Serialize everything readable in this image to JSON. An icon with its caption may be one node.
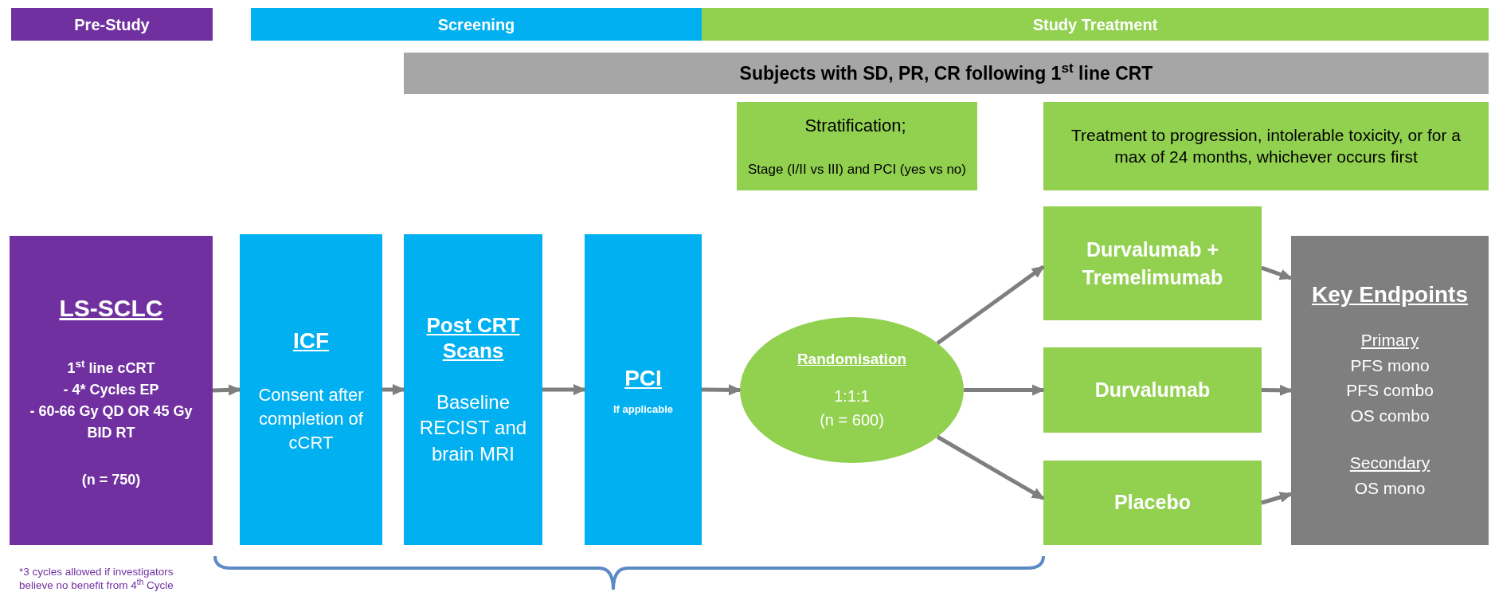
{
  "diagram": {
    "nodes": [
      {
        "text": [
          "Pre-Study"
        ]
      },
      {
        "text": [
          "Screening"
        ]
      },
      {
        "text": [
          "Study Treatment"
        ]
      },
      {
        "text": [
          "Subjects with SD, PR, CR following 1$^{st}$ line CRT"
        ]
      },
      {
        "text": [
          "Stratification;",
          "Stage (I/II vs III) and PCI (yes vs no)"
        ]
      },
      {
        "text": [
          "Treatment to progression, intolerable toxicity, or for a max of 24 months, whichever occurs first"
        ]
      },
      {
        "text": [
          "LS-SCLC",
          "1$^{st}$ line cCRT",
          "-   4* Cycles EP",
          "-   60-66 Gy QD OR 45 Gy BID RT",
          "(n = 750)"
        ]
      },
      {
        "text": [
          "ICF",
          "Consent after completion of cCRT"
        ]
      },
      {
        "text": [
          "Post CRT Scans",
          "Baseline RECIST and brain MRI"
        ]
      },
      {
        "text": [
          "PCI",
          "If applicable"
        ]
      },
      {
        "text": [
          "Randomisation",
          "1:1:1",
          "(n = 600)"
        ]
      },
      {
        "text": [
          "Durvalumab + Tremelimumab"
        ]
      },
      {
        "text": [
          "Durvalumab"
        ]
      },
      {
        "text": [
          "Placebo"
        ]
      },
      {
        "text": [
          "Key Endpoints",
          "Primary",
          "PFS mono",
          "PFS combo",
          "OS combo",
          "Secondary",
          "OS mono"
        ]
      }
    ],
    "edges": [
      {
        "from": 6,
        "to": 7,
        "arrow": "to"
      },
      {
        "from": 7,
        "to": 8,
        "arrow": "to"
      },
      {
        "from": 8,
        "to": 9,
        "arrow": "to"
      },
      {
        "from": 9,
        "to": 10,
        "arrow": "to"
      },
      {
        "from": 10,
        "to": 11,
        "arrow": "to"
      },
      {
        "from": 10,
        "to": 12,
        "arrow": "to"
      },
      {
        "from": 10,
        "to": 13,
        "arrow": "to"
      },
      {
        "from": 11,
        "to": 14,
        "arrow": "to"
      },
      {
        "from": 12,
        "to": 14,
        "arrow": "to"
      },
      {
        "from": 13,
        "to": 14,
        "arrow": "to"
      }
    ],
    "labels": [
      "*3 cycles allowed if investigators believe no benefit from 4$^{th}$ Cycle"
    ]
  }
}
